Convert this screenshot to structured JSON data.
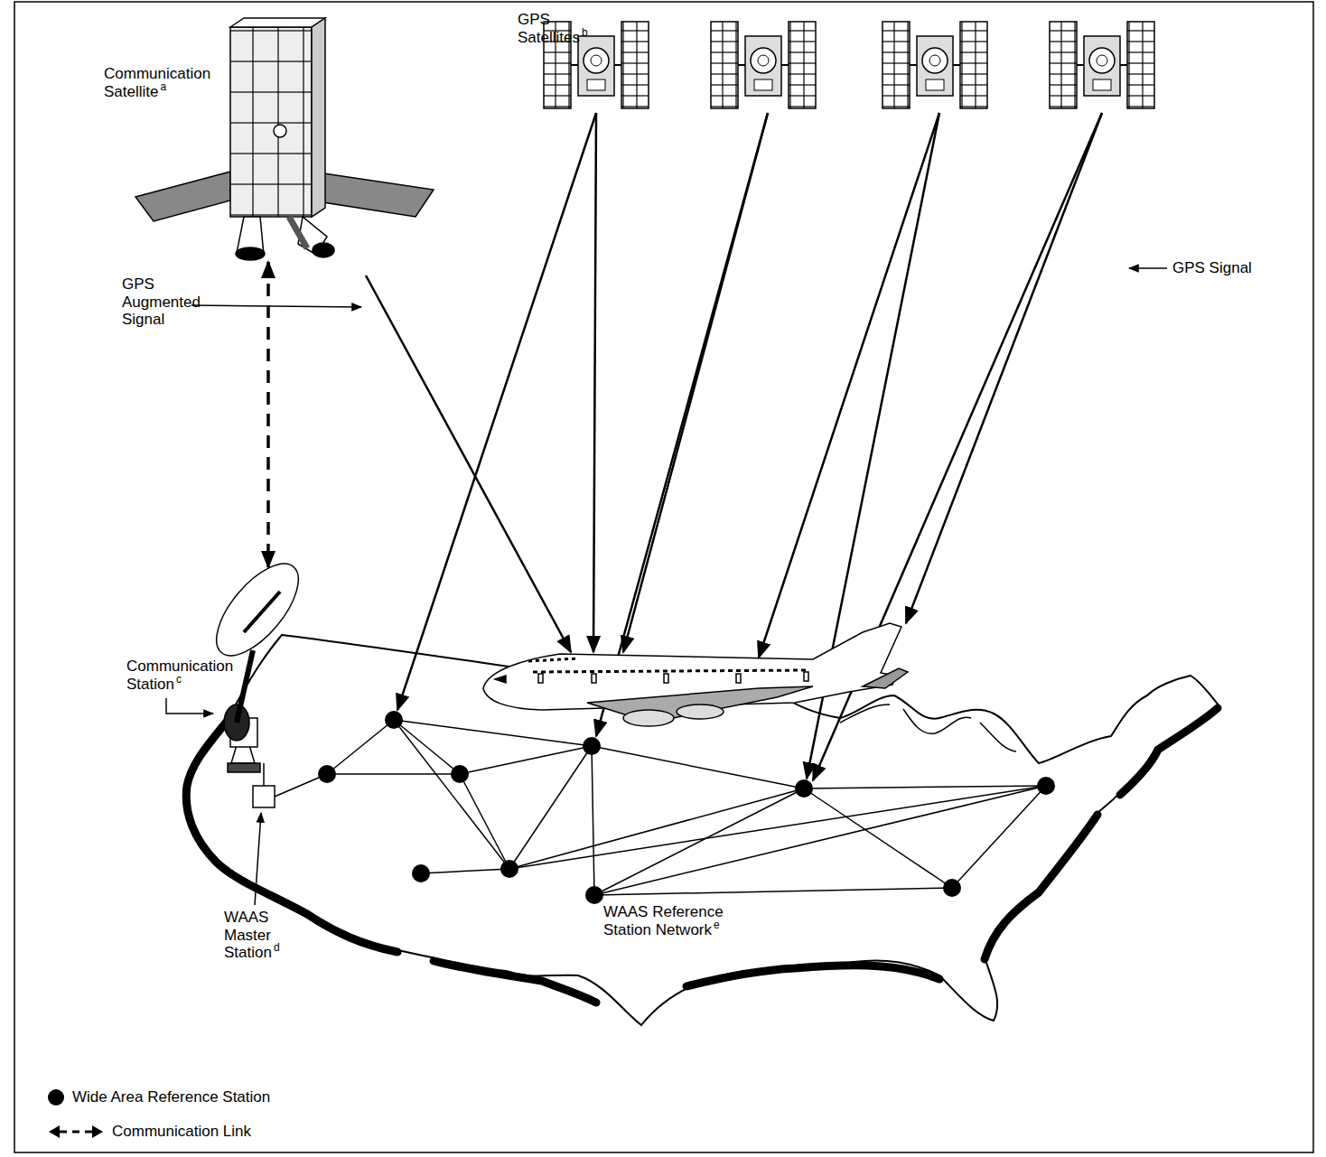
{
  "diagram": {
    "labels": [
      "Communication Satellite",
      "a",
      "GPS Satellites",
      "b",
      "GPS Augmented Signal",
      "GPS Signal",
      "Communication Station",
      "c",
      "WAAS Master Station",
      "d",
      "WAAS Reference Station Network",
      "e"
    ],
    "legend": [
      {
        "text": "Wide Area Reference Station"
      },
      {
        "text": "Communication Link"
      }
    ]
  }
}
